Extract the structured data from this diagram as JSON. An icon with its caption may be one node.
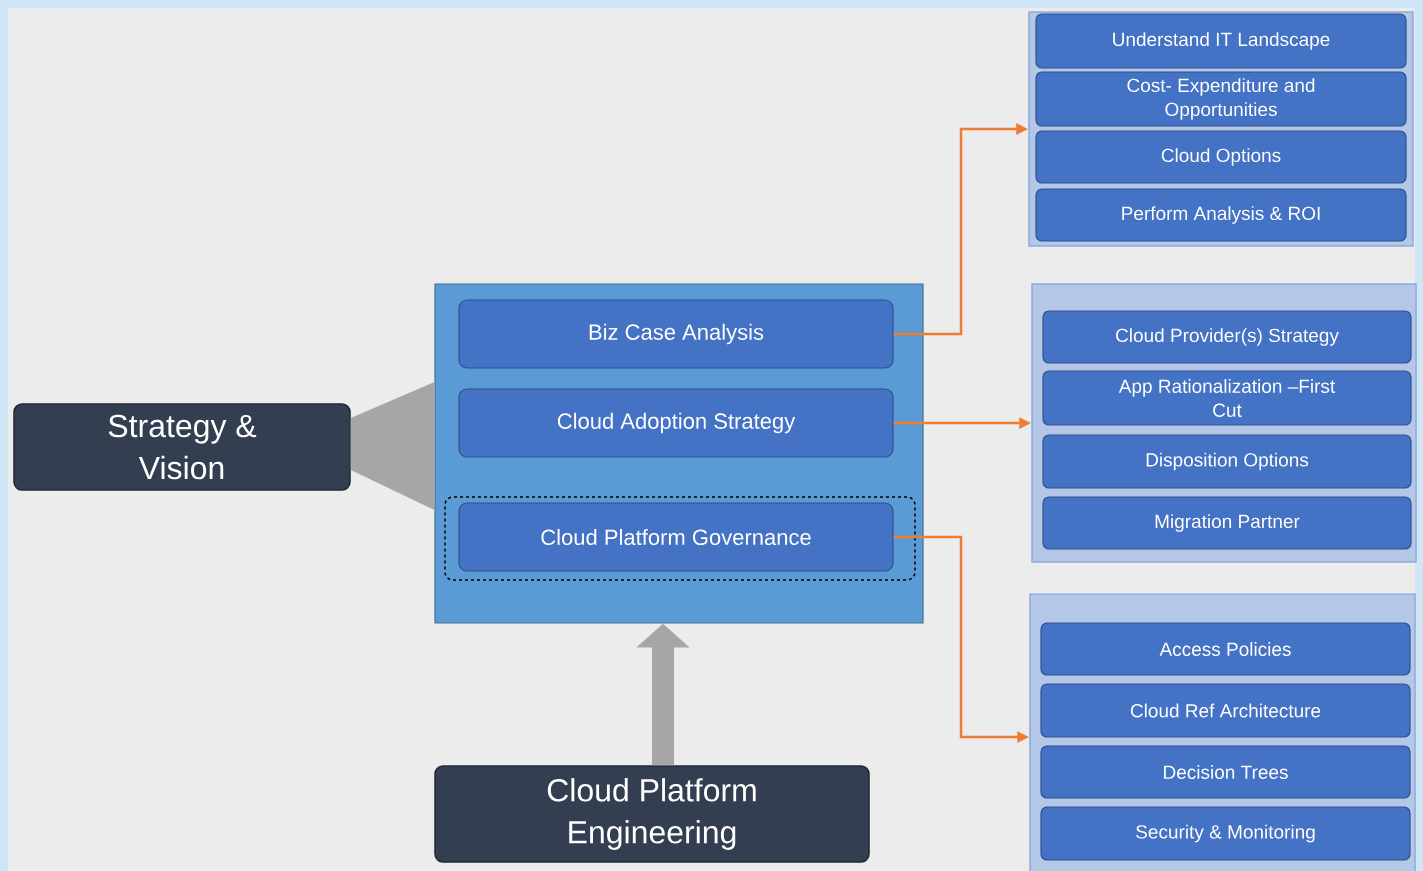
{
  "diagram": {
    "nodes": [
      {
        "text": [
          "Strategy & Vision"
        ]
      },
      {
        "text": [],
        "shape": "box"
      },
      {
        "text": [
          "Biz Case Analysis"
        ],
        "in": 1
      },
      {
        "text": [
          "Cloud Adoption Strategy"
        ],
        "in": 1
      },
      {
        "text": [],
        "shape": "box",
        "in": 1
      },
      {
        "text": [
          "Cloud Platform Governance"
        ],
        "in": 4
      },
      {
        "text": [
          "Cloud Platform Engineering"
        ]
      },
      {
        "text": [],
        "shape": "box"
      },
      {
        "text": [
          "Understand IT Landscape"
        ],
        "in": 7
      },
      {
        "text": [
          "Cost- Expenditure and Opportunities"
        ],
        "in": 7
      },
      {
        "text": [
          "Cloud Options"
        ],
        "in": 7
      },
      {
        "text": [
          "Perform Analysis & ROI"
        ],
        "in": 7
      },
      {
        "text": [],
        "shape": "box"
      },
      {
        "text": [
          "Cloud Provider(s) Strategy"
        ],
        "in": 12
      },
      {
        "text": [
          "App Rationalization –First Cut"
        ],
        "in": 12
      },
      {
        "text": [
          "Disposition Options"
        ],
        "in": 12
      },
      {
        "text": [
          "Migration Partner"
        ],
        "in": 12
      },
      {
        "text": [],
        "shape": "box"
      },
      {
        "text": [
          "Access Policies"
        ],
        "in": 17
      },
      {
        "text": [
          "Cloud Ref Architecture"
        ],
        "in": 17
      },
      {
        "text": [
          "Decision Trees"
        ],
        "in": 17
      },
      {
        "text": [
          "Security & Monitoring"
        ],
        "in": 17
      }
    ],
    "edges": [
      {
        "from": 0,
        "to": 1,
        "arrow": "none",
        "style": "thick",
        "color": "#a6a6a6"
      },
      {
        "from": 6,
        "to": 1,
        "arrow": "to",
        "style": "thick",
        "color": "#a6a6a6"
      },
      {
        "from": 2,
        "to": 7,
        "arrow": "to"
      },
      {
        "from": 3,
        "to": 12,
        "arrow": "to"
      },
      {
        "from": 5,
        "to": 17,
        "arrow": "to"
      }
    ]
  }
}
